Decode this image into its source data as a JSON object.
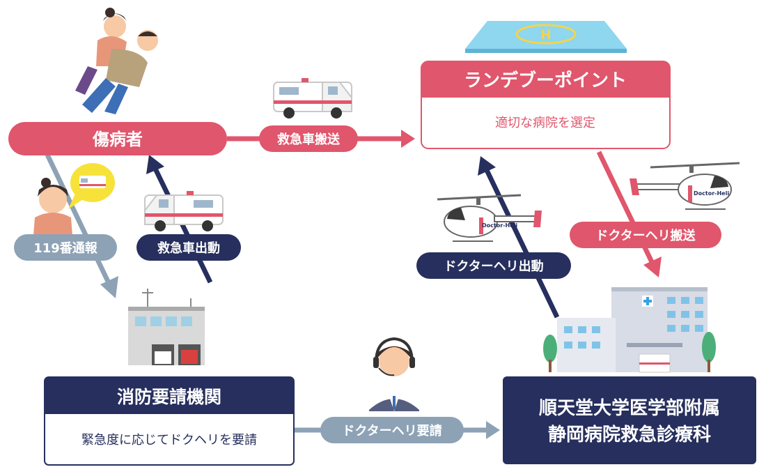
{
  "nodes": {
    "patient": "傷病者",
    "rendezvous_title": "ランデブーポイント",
    "rendezvous_desc": "適切な病院を選定",
    "fire_dept_title": "消防要請機関",
    "fire_dept_desc": "緊急度に応じてドクヘリを要請",
    "hospital_line1": "順天堂大学医学部附属",
    "hospital_line2": "静岡病院救急診療科"
  },
  "edges": {
    "ambulance_transport": "救急車搬送",
    "emergency_call": "119番通報",
    "ambulance_dispatch": "救急車出動",
    "heli_transport": "ドクターヘリ搬送",
    "heli_dispatch": "ドクターヘリ出動",
    "heli_request": "ドクターヘリ要請"
  },
  "icons": {
    "helicopter_text": "Doctor-Heli",
    "helipad_mark": "H"
  },
  "colors": {
    "red": "#e0566c",
    "navy": "#262f5d",
    "steel": "#8ea2b6",
    "sky": "#8fd6ef"
  }
}
